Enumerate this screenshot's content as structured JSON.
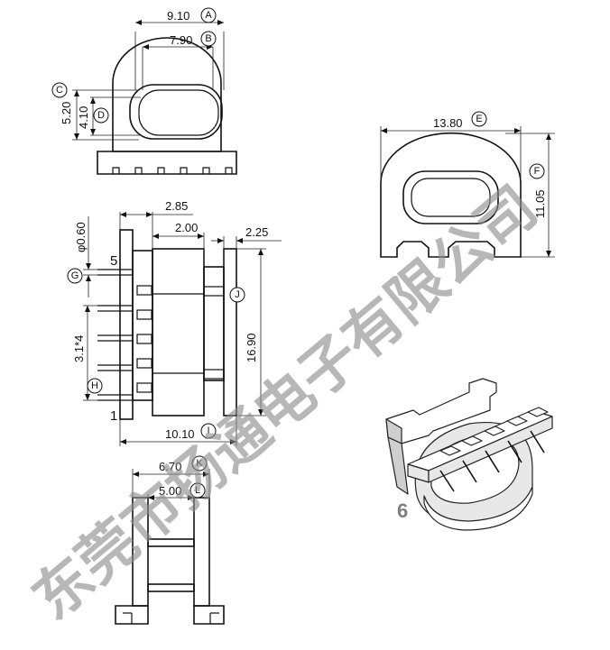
{
  "dimensions": [
    {
      "id": "A",
      "value": "9.10"
    },
    {
      "id": "B",
      "value": "7.90"
    },
    {
      "id": "C",
      "value": "5.20"
    },
    {
      "id": "D",
      "value": "4.10"
    },
    {
      "id": "E",
      "value": "13.80"
    },
    {
      "id": "F",
      "value": "11.05"
    },
    {
      "id": "G",
      "value": "φ0.60"
    },
    {
      "id": "H",
      "value": "3.1*4"
    },
    {
      "id": "I",
      "value": "10.10"
    },
    {
      "id": "J",
      "value": "16.90"
    },
    {
      "id": "K",
      "value": "6.70"
    },
    {
      "id": "L",
      "value": "5.00"
    }
  ],
  "unlabeled_dimensions": [
    "2.85",
    "2.00",
    "2.25"
  ],
  "pin_labels": {
    "top": "5",
    "bottom": "1"
  },
  "figure_number": "6",
  "watermark": "东莞市扬通电子有限公司"
}
